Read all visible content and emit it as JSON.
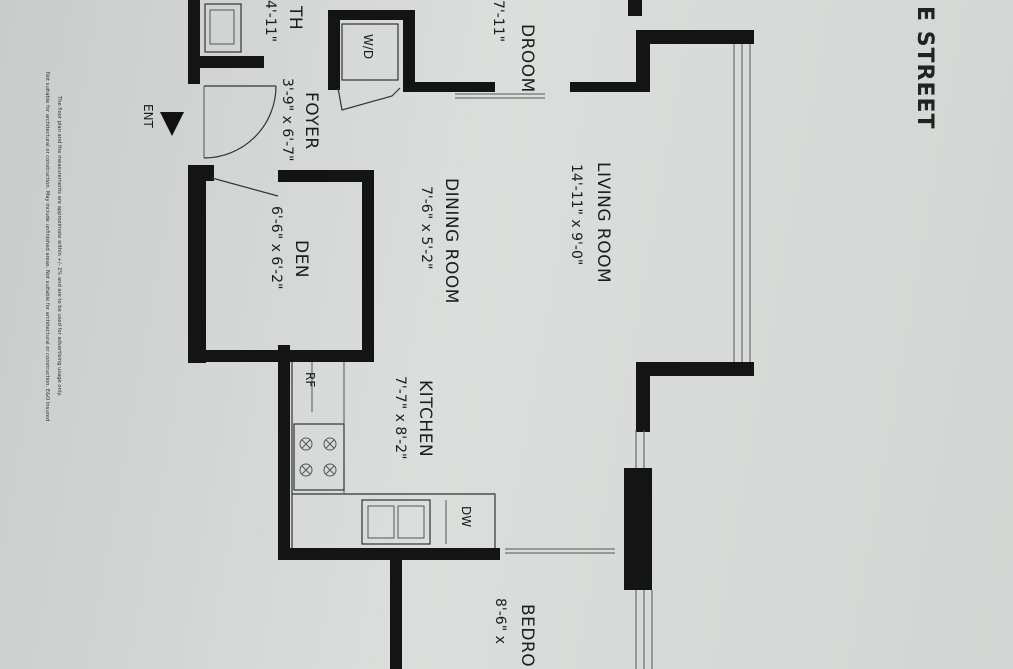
{
  "street": "E STREET",
  "entry": "ENT",
  "rooms": {
    "bedroom_top": {
      "name": "DROOM",
      "dim": "7'-11\""
    },
    "bath": {
      "name": "TH",
      "dim": "4'-11\""
    },
    "foyer": {
      "name": "FOYER",
      "dim": "3'-9\" x 6'-7\""
    },
    "wd": "W/D",
    "living": {
      "name": "LIVING ROOM",
      "dim": "14'-11\"  x  9'-0\""
    },
    "dining": {
      "name": "DINING ROOM",
      "dim": "7'-6\"  x  5'-2\""
    },
    "den": {
      "name": "DEN",
      "dim": "6'-6\" x 6'-2\""
    },
    "kitchen": {
      "name": "KITCHEN",
      "dim": "7'-7\" x 8'-2\""
    },
    "bedroom_bottom": {
      "name": "BEDRO",
      "dim": "8'-6\"  x"
    }
  },
  "appliances": {
    "refrigerator": "RF",
    "dishwasher": "DW"
  },
  "disclaimer": {
    "line1": "The floor plan and the measurements are approximate within +/- 2% and are to be used for advertising usage only.",
    "line2": "Not suitable for architectural or construction. May include unfinished areas. Not suitable for architectural or construction. E&O Insured"
  }
}
